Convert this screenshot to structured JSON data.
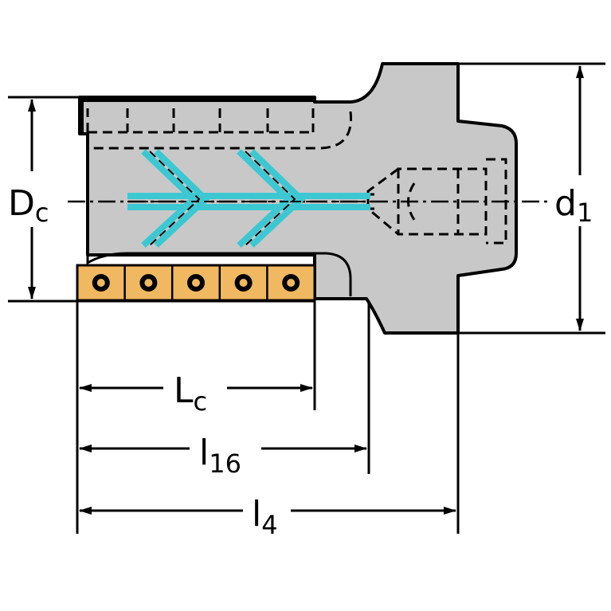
{
  "labels": {
    "dc_main": "D",
    "dc_sub": "c",
    "d1_main": "d",
    "d1_sub": "1",
    "lc_main": "L",
    "lc_sub": "c",
    "l16_main": "l",
    "l16_sub": "16",
    "l4_main": "l",
    "l4_sub": "4"
  },
  "inserts": {
    "count": 5
  },
  "colors": {
    "body": "#c8c8c8",
    "outline": "#000000",
    "coolant": "#3cc8d2",
    "insert": "#f0b860",
    "background": "#ffffff"
  }
}
